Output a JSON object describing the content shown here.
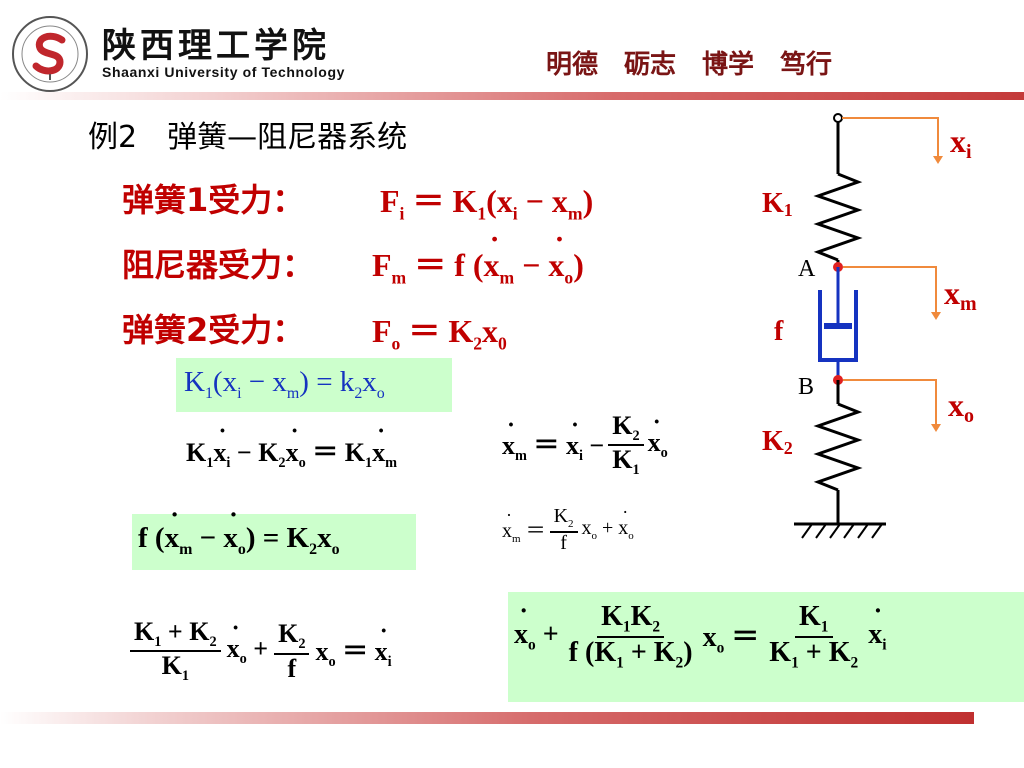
{
  "header": {
    "school_cn": "陕西理工学院",
    "school_en": "Shaanxi University of Technology",
    "motto": [
      "明德",
      "砺志",
      "博学",
      "笃行"
    ]
  },
  "title": "例2　弹簧—阻尼器系统",
  "rows": {
    "spring1_label": "弹簧1受力：",
    "damper_label": "阻尼器受力：",
    "spring2_label": "弹簧2受力："
  },
  "diagram": {
    "labels": {
      "xi": "x",
      "xi_sub": "i",
      "xm": "x",
      "xm_sub": "m",
      "xo": "x",
      "xo_sub": "o",
      "K1": "K",
      "K1_sub": "1",
      "K2": "K",
      "K2_sub": "2",
      "f": "f",
      "A": "A",
      "B": "B"
    }
  },
  "colors": {
    "red": "#c00000",
    "blue": "#1533c0",
    "green_box": "#ccffcc",
    "orange": "#f08a3c",
    "brown": "#7a1515"
  }
}
